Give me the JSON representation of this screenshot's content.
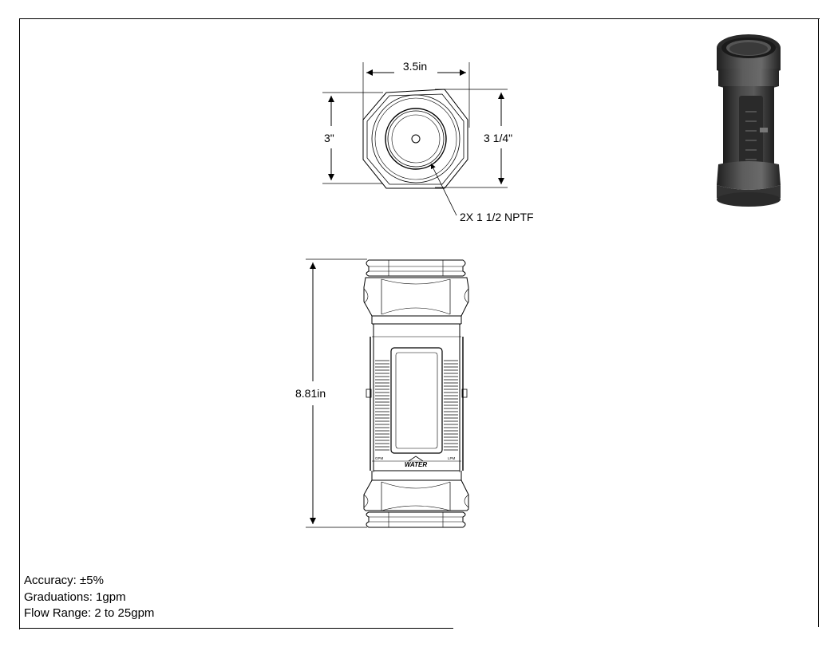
{
  "drawing": {
    "top_view": {
      "width_dim": "3.5in",
      "height_dim": "3\"",
      "outer_dim": "3 1/4\"",
      "callout": "2X 1 1/2 NPTF"
    },
    "front_view": {
      "length_dim": "8.81in",
      "brand_label": "WATER",
      "scale_left_unit": "GPM",
      "scale_right_unit": "LPM"
    },
    "render_image": {
      "icon": "flowmeter-3d-render"
    }
  },
  "specs": {
    "accuracy": "Accuracy: ±5%",
    "graduations": "Graduations: 1gpm",
    "flow_range": "Flow Range: 2 to 25gpm"
  },
  "colors": {
    "line": "#000000",
    "render_body": "#3a3a3a",
    "render_dark": "#1e1e1e"
  }
}
